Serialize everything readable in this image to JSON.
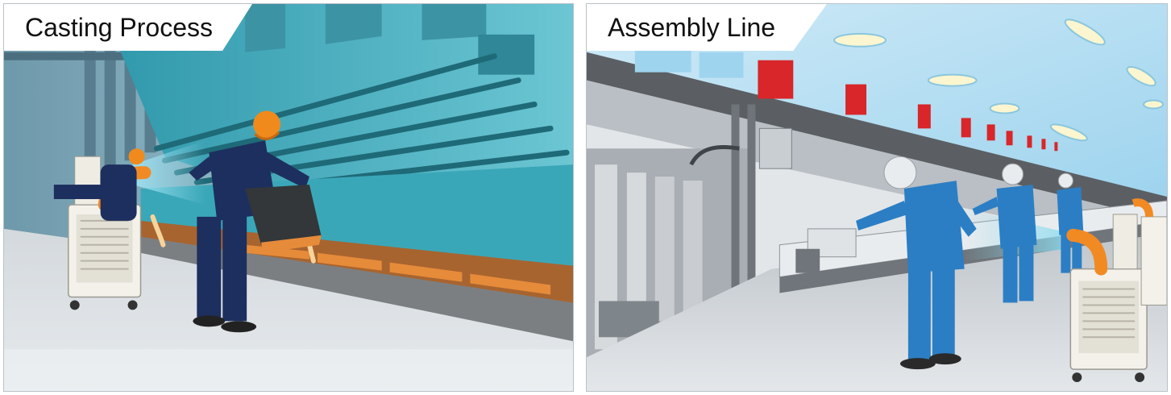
{
  "panels": {
    "left": {
      "caption": "Casting Process",
      "scene": "casting-line"
    },
    "right": {
      "caption": "Assembly Line",
      "scene": "assembly-line"
    }
  },
  "colors": {
    "duct_teal": "#4fb3c2",
    "duct_dark": "#2f8797",
    "molten_orange": "#e58b3a",
    "mold_brown": "#9c5a2c",
    "worker_navy": "#1d2f5e",
    "worker_blue": "#2c7ec4",
    "helmet_orange": "#f08a1d",
    "helmet_white": "#e9ecee",
    "cooler_white": "#f4f1ea",
    "hose_orange": "#f28a24",
    "cool_air": "#8fdcf0",
    "wall_blue": "#a8d8ef",
    "floor_grey": "#c9ced3",
    "machine_grey": "#9aa1a7",
    "red_marker": "#d8262a"
  }
}
